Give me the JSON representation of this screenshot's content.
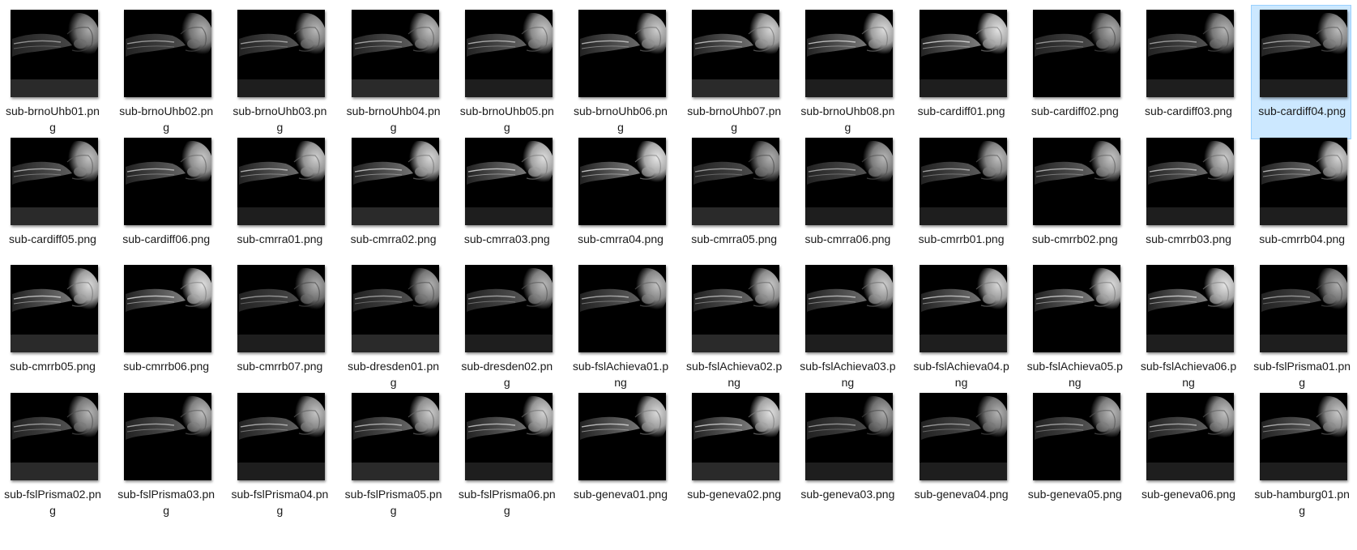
{
  "explorer": {
    "selected_index": 11,
    "colors": {
      "selection_background": "#cce8ff",
      "selection_border": "#99d1ff",
      "thumbnail_background": "#000000",
      "label_text": "#1a1a1a"
    },
    "thumbnail_icon": "sagittal-mri-thumbnail-icon",
    "files": [
      {
        "name": "sub-brnoUhb01.png"
      },
      {
        "name": "sub-brnoUhb02.png"
      },
      {
        "name": "sub-brnoUhb03.png"
      },
      {
        "name": "sub-brnoUhb04.png"
      },
      {
        "name": "sub-brnoUhb05.png"
      },
      {
        "name": "sub-brnoUhb06.png"
      },
      {
        "name": "sub-brnoUhb07.png"
      },
      {
        "name": "sub-brnoUhb08.png"
      },
      {
        "name": "sub-cardiff01.png"
      },
      {
        "name": "sub-cardiff02.png"
      },
      {
        "name": "sub-cardiff03.png"
      },
      {
        "name": "sub-cardiff04.png"
      },
      {
        "name": "sub-cardiff05.png"
      },
      {
        "name": "sub-cardiff06.png"
      },
      {
        "name": "sub-cmrra01.png"
      },
      {
        "name": "sub-cmrra02.png"
      },
      {
        "name": "sub-cmrra03.png"
      },
      {
        "name": "sub-cmrra04.png"
      },
      {
        "name": "sub-cmrra05.png"
      },
      {
        "name": "sub-cmrra06.png"
      },
      {
        "name": "sub-cmrrb01.png"
      },
      {
        "name": "sub-cmrrb02.png"
      },
      {
        "name": "sub-cmrrb03.png"
      },
      {
        "name": "sub-cmrrb04.png"
      },
      {
        "name": "sub-cmrrb05.png"
      },
      {
        "name": "sub-cmrrb06.png"
      },
      {
        "name": "sub-cmrrb07.png"
      },
      {
        "name": "sub-dresden01.png"
      },
      {
        "name": "sub-dresden02.png"
      },
      {
        "name": "sub-fslAchieva01.png"
      },
      {
        "name": "sub-fslAchieva02.png"
      },
      {
        "name": "sub-fslAchieva03.png"
      },
      {
        "name": "sub-fslAchieva04.png"
      },
      {
        "name": "sub-fslAchieva05.png"
      },
      {
        "name": "sub-fslAchieva06.png"
      },
      {
        "name": "sub-fslPrisma01.png"
      },
      {
        "name": "sub-fslPrisma02.png"
      },
      {
        "name": "sub-fslPrisma03.png"
      },
      {
        "name": "sub-fslPrisma04.png"
      },
      {
        "name": "sub-fslPrisma05.png"
      },
      {
        "name": "sub-fslPrisma06.png"
      },
      {
        "name": "sub-geneva01.png"
      },
      {
        "name": "sub-geneva02.png"
      },
      {
        "name": "sub-geneva03.png"
      },
      {
        "name": "sub-geneva04.png"
      },
      {
        "name": "sub-geneva05.png"
      },
      {
        "name": "sub-geneva06.png"
      },
      {
        "name": "sub-hamburg01.png"
      }
    ]
  }
}
